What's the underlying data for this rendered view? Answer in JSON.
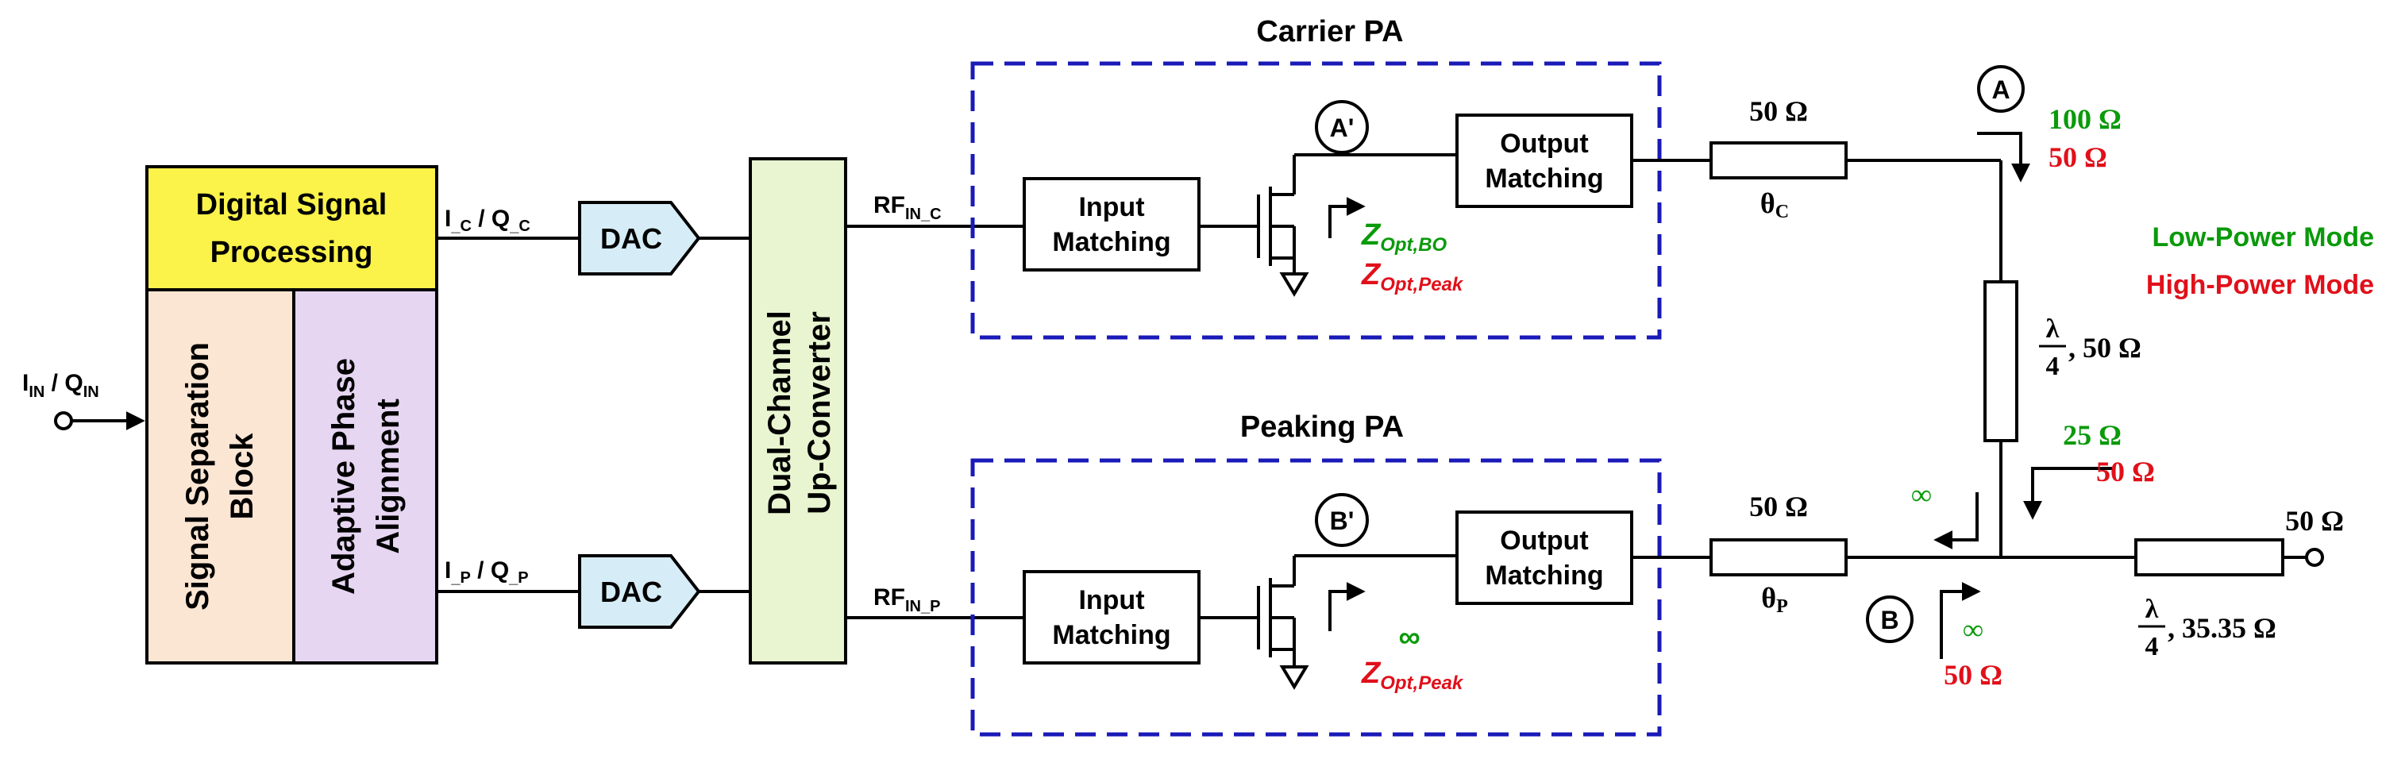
{
  "blocks": {
    "dsp": "Digital Signal Processing",
    "dsp_line1": "Digital Signal",
    "dsp_line2": "Processing",
    "ssb_line1": "Signal Separation",
    "ssb_line2": "Block",
    "apa_line1": "Adaptive Phase",
    "apa_line2": "Alignment",
    "dac_top": "DAC",
    "dac_bottom": "DAC",
    "upconv_line1": "Dual-Channel",
    "upconv_line2": "Up-Converter",
    "carrier_title": "Carrier PA",
    "peaking_title": "Peaking PA",
    "im_c_1": "Input",
    "im_c_2": "Matching",
    "om_c_1": "Output",
    "om_c_2": "Matching",
    "im_p_1": "Input",
    "im_p_2": "Matching",
    "om_p_1": "Output",
    "om_p_2": "Matching"
  },
  "signals": {
    "in_i": "I",
    "in_i_sub": "IN",
    "in_q": "Q",
    "in_q_sub": "IN",
    "ic_qc": "I",
    "ic_qc_sub1": "_C",
    "ic_qc_mid": " / Q",
    "ic_qc_sub2": "_C",
    "ip_qp": "I",
    "ip_qp_sub1": "_P",
    "ip_qp_mid": " / Q",
    "ip_qp_sub2": "_P",
    "rf_c": "RF",
    "rf_c_sub": "IN_C",
    "rf_p": "RF",
    "rf_p_sub": "IN_P"
  },
  "nodes": {
    "a_prime": "A'",
    "b_prime": "B'",
    "a": "A",
    "b": "B"
  },
  "impedances": {
    "z_opt_bo": "Z",
    "z_opt_bo_sub": "Opt,BO",
    "z_opt_peak_c": "Z",
    "z_opt_peak_c_sub": "Opt,Peak",
    "z_inf_p": "∞",
    "z_opt_peak_p": "Z",
    "z_opt_peak_p_sub": "Opt,Peak",
    "tl_c_z": "50 Ω",
    "tl_c_theta": "θ",
    "tl_c_theta_sub": "C",
    "tl_p_z": "50 Ω",
    "tl_p_theta": "θ",
    "tl_p_theta_sub": "P",
    "a_low": "100 Ω",
    "a_high": "50 Ω",
    "qw_vert": ", 50 Ω",
    "qw_lambda": "λ",
    "qw_four": "4",
    "junction_low": "25 Ω",
    "junction_high": "50 Ω",
    "inf_left": "∞",
    "b_low": "∞",
    "b_high": "50 Ω",
    "qw_out": ", 35.35 Ω",
    "qw_out_lambda": "λ",
    "qw_out_four": "4",
    "load": "50 Ω"
  },
  "legend": {
    "low": "Low-Power Mode",
    "high": "High-Power Mode"
  },
  "colors": {
    "dsp_fill": "#fbf24a",
    "ssb_fill": "#fbe6d4",
    "apa_fill": "#e6d6f2",
    "upconv_fill": "#e8f5d0",
    "dac_fill": "#d6ecf6",
    "dash_border": "#1a1ab8",
    "low_power": "#0a9a0a",
    "high_power": "#e0101a"
  }
}
